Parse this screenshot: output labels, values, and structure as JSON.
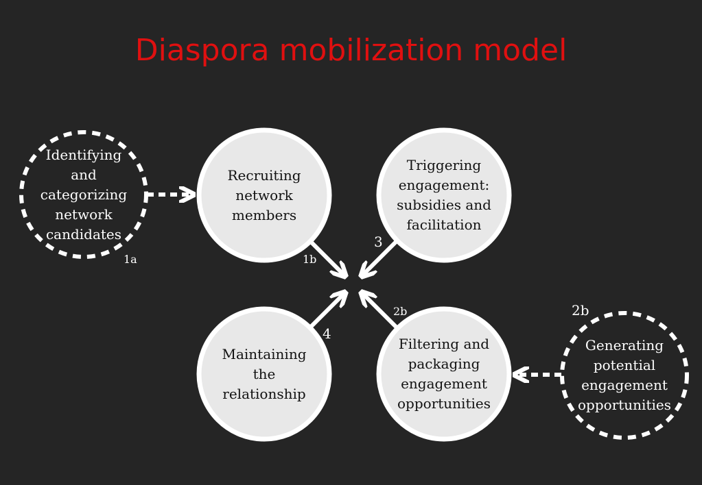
{
  "title": "Diaspora mobilization model",
  "colors": {
    "background": "#252525",
    "title": "#e01010",
    "circle_fill": "#e8e8e8",
    "stroke": "#ffffff"
  },
  "nodes": {
    "identify": "Identifying and categorizing network candidates",
    "recruit": "Recruiting network members",
    "trigger": "Triggering engagement: subsidies and facilitation",
    "maintain": "Maintaining the relationship",
    "filter": "Filtering and packaging engagement opportunities",
    "generate": "Generating potential engagement opportunities"
  },
  "labels": {
    "l1a": "1a",
    "l1b": "1b",
    "l3": "3",
    "l4": "4",
    "l2b_center": "2b",
    "l2b_outer": "2b"
  }
}
